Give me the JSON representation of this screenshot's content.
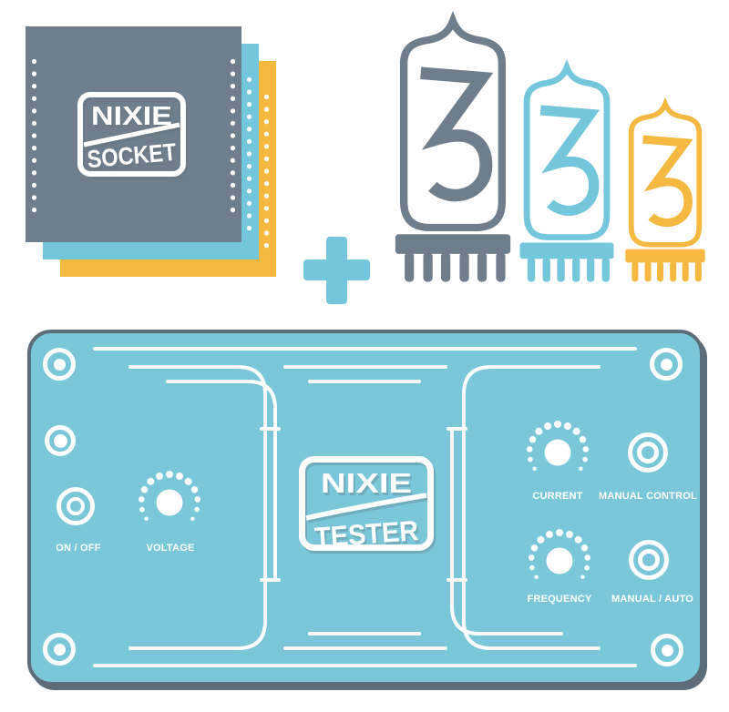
{
  "colors": {
    "slate": "#6F7E8C",
    "cyan": "#73C6DB",
    "yellow": "#F5B942",
    "panel_fill": "#7AC7DA",
    "panel_border": "#5C6C78",
    "white": "#FFFFFF"
  },
  "hero": {
    "socket_logo": {
      "line1": "NIXIE",
      "line2": "SOCKET"
    },
    "plus_sign": "+",
    "tubes": [
      {
        "digit": "3",
        "size": "large",
        "color": "#6F7E8C"
      },
      {
        "digit": "3",
        "size": "medium",
        "color": "#73C6DB"
      },
      {
        "digit": "3",
        "size": "small",
        "color": "#F5B942"
      }
    ]
  },
  "panel": {
    "logo": {
      "line1": "NIXIE",
      "line2": "TESTER"
    },
    "labels": {
      "power": "ON / OFF",
      "voltage": "VOLTAGE",
      "current": "CURRENT",
      "manual_control": "MANUAL CONTROL",
      "frequency": "FREQUENCY",
      "manual_auto": "MANUAL / AUTO"
    }
  }
}
